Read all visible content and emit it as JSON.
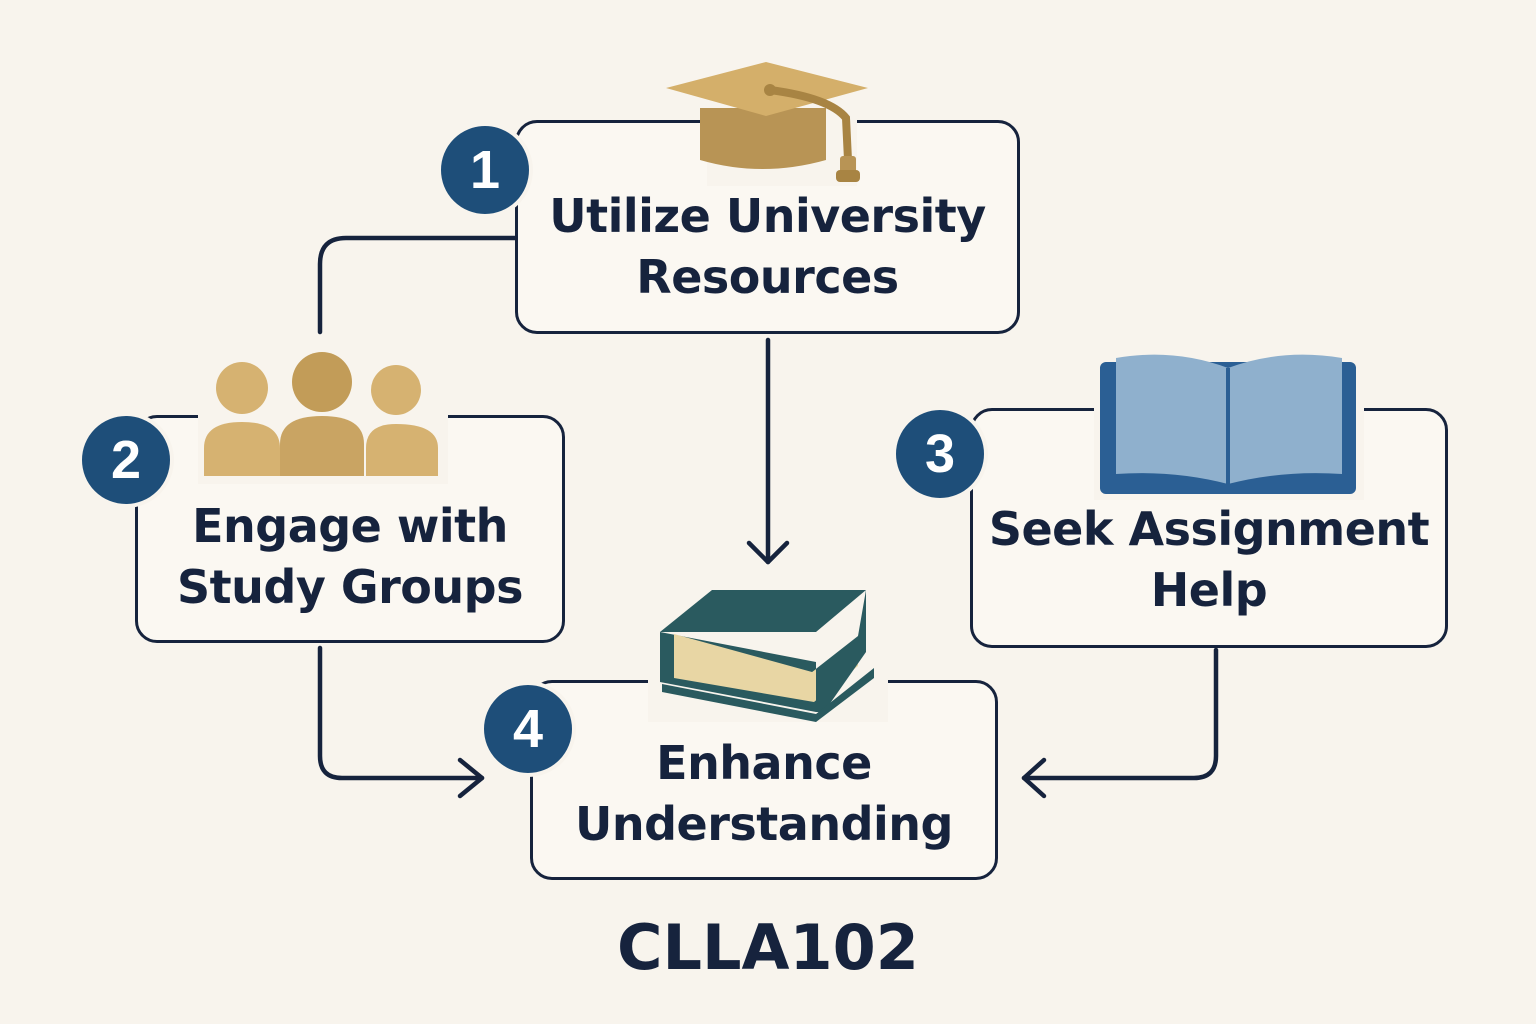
{
  "colors": {
    "background": "#f8f4ed",
    "outline": "#16233d",
    "badge": "#1e4e79",
    "gold": "#d4af6a",
    "book_blue": "#8fb0cd",
    "book_teal": "#2a5a5f"
  },
  "steps": [
    {
      "number": "1",
      "label": "Utilize University\nResources",
      "icon": "graduation-cap-icon"
    },
    {
      "number": "2",
      "label": "Engage with\nStudy Groups",
      "icon": "people-group-icon"
    },
    {
      "number": "3",
      "label": "Seek Assignment\nHelp",
      "icon": "open-book-icon"
    },
    {
      "number": "4",
      "label": "Enhance\nUnderstanding",
      "icon": "closed-book-icon"
    }
  ],
  "footer": {
    "code": "CLLA102"
  }
}
